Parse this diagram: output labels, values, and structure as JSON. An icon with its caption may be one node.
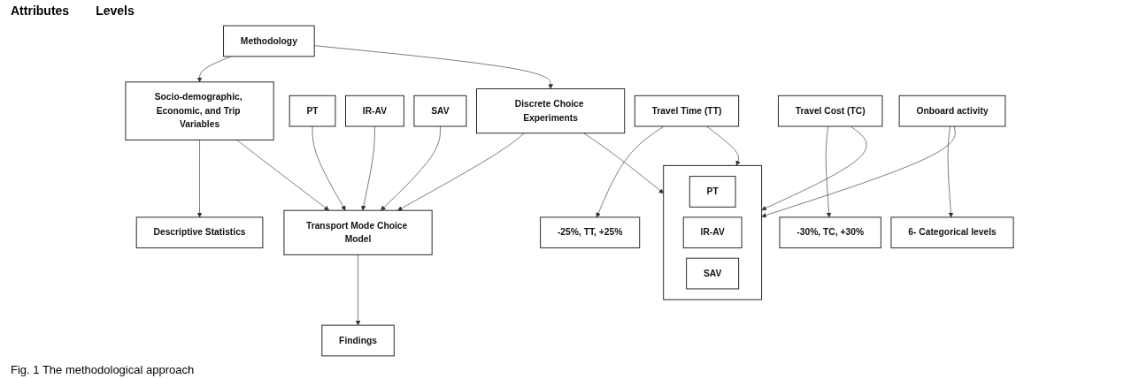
{
  "diagram": {
    "caption": "Fig. 1 The methodological approach",
    "nodes": [
      {
        "text": [
          "Methodology"
        ]
      },
      {
        "text": [
          "Socio-demographic, Economic, and Trip Variables"
        ]
      },
      {
        "text": [
          "Discrete Choice Experiments"
        ]
      },
      {
        "text": [],
        "shape": "box"
      },
      {
        "text": [
          "PT"
        ],
        "in": 3
      },
      {
        "text": [
          "IR-AV"
        ],
        "in": 3
      },
      {
        "text": [
          "SAV"
        ],
        "in": 3
      },
      {
        "text": [
          "Travel Time (TT)"
        ]
      },
      {
        "text": [
          "-25%, TT, +25%"
        ]
      },
      {
        "text": [
          "Travel Cost (TC)"
        ]
      },
      {
        "text": [
          "-30%, TC, +30%"
        ]
      },
      {
        "text": [
          "Onboard activity"
        ]
      },
      {
        "text": [
          "6- Categorical levels"
        ]
      },
      {
        "text": [
          "Descriptive Statistics"
        ]
      },
      {
        "text": [
          "Transport Mode Choice Model"
        ]
      },
      {
        "text": [
          "PT"
        ]
      },
      {
        "text": [
          "IR-AV"
        ]
      },
      {
        "text": [
          "SAV"
        ]
      },
      {
        "text": [
          "Findings"
        ]
      }
    ],
    "edges": [
      {
        "from": 0,
        "to": 1,
        "arrow": "to"
      },
      {
        "from": 0,
        "to": 2,
        "arrow": "to"
      },
      {
        "from": 1,
        "to": 13,
        "arrow": "to"
      },
      {
        "from": 1,
        "to": 14,
        "arrow": "to"
      },
      {
        "from": 2,
        "to": 3,
        "arrow": "to"
      },
      {
        "from": 2,
        "to": 14,
        "arrow": "to"
      },
      {
        "from": 7,
        "to": 3,
        "arrow": "to"
      },
      {
        "from": 9,
        "to": 3,
        "arrow": "to"
      },
      {
        "from": 11,
        "to": 3,
        "arrow": "to"
      },
      {
        "from": 7,
        "to": 8,
        "arrow": "to"
      },
      {
        "from": 9,
        "to": 10,
        "arrow": "to"
      },
      {
        "from": 11,
        "to": 12,
        "arrow": "to"
      },
      {
        "from": 15,
        "to": 14,
        "arrow": "to"
      },
      {
        "from": 16,
        "to": 14,
        "arrow": "to"
      },
      {
        "from": 17,
        "to": 14,
        "arrow": "to"
      },
      {
        "from": 14,
        "to": 18,
        "arrow": "to"
      }
    ],
    "labels": [
      "Attributes",
      "Levels"
    ]
  }
}
